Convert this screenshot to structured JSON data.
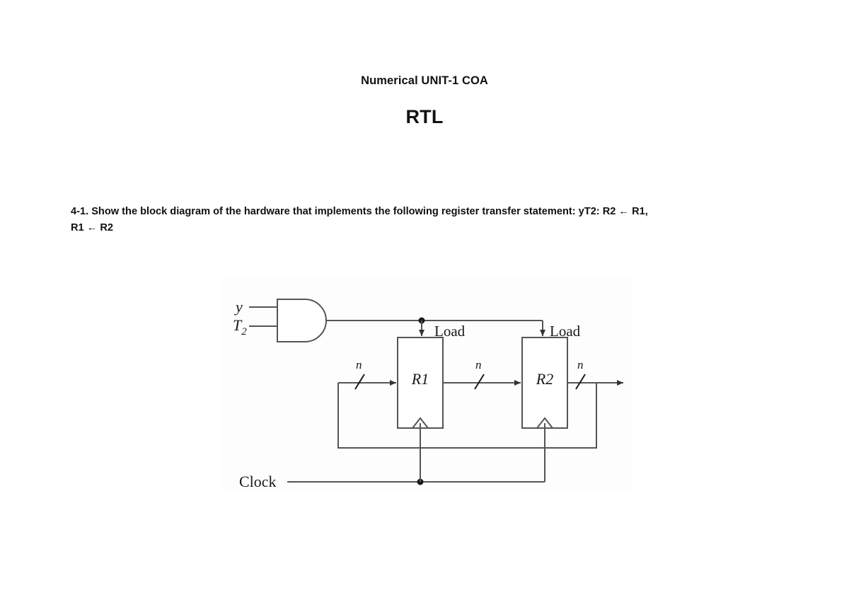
{
  "document": {
    "title": "Numerical UNIT-1 COA",
    "subtitle": "RTL",
    "problem_line1": "4-1. Show the block diagram of the hardware that implements the following register transfer statement: yT2: R2 ← R1,",
    "problem_line2": "R1 ← R2"
  },
  "figure": {
    "caption": "",
    "gate": {
      "type": "AND",
      "input_1": "y",
      "input_2_base": "T",
      "input_2_sub": "2"
    },
    "registers": [
      {
        "name": "R1",
        "load_label": "Load",
        "input_bus_label": "n",
        "output_bus_label": "n"
      },
      {
        "name": "R2",
        "load_label": "Load",
        "input_bus_label": "n",
        "output_bus_label": "n"
      }
    ],
    "clock_label": "Clock",
    "colors": {
      "wire": "#555555",
      "box_stroke": "#555555",
      "text": "#1a1a1a",
      "panel_bg": "#fdfdfd"
    }
  }
}
